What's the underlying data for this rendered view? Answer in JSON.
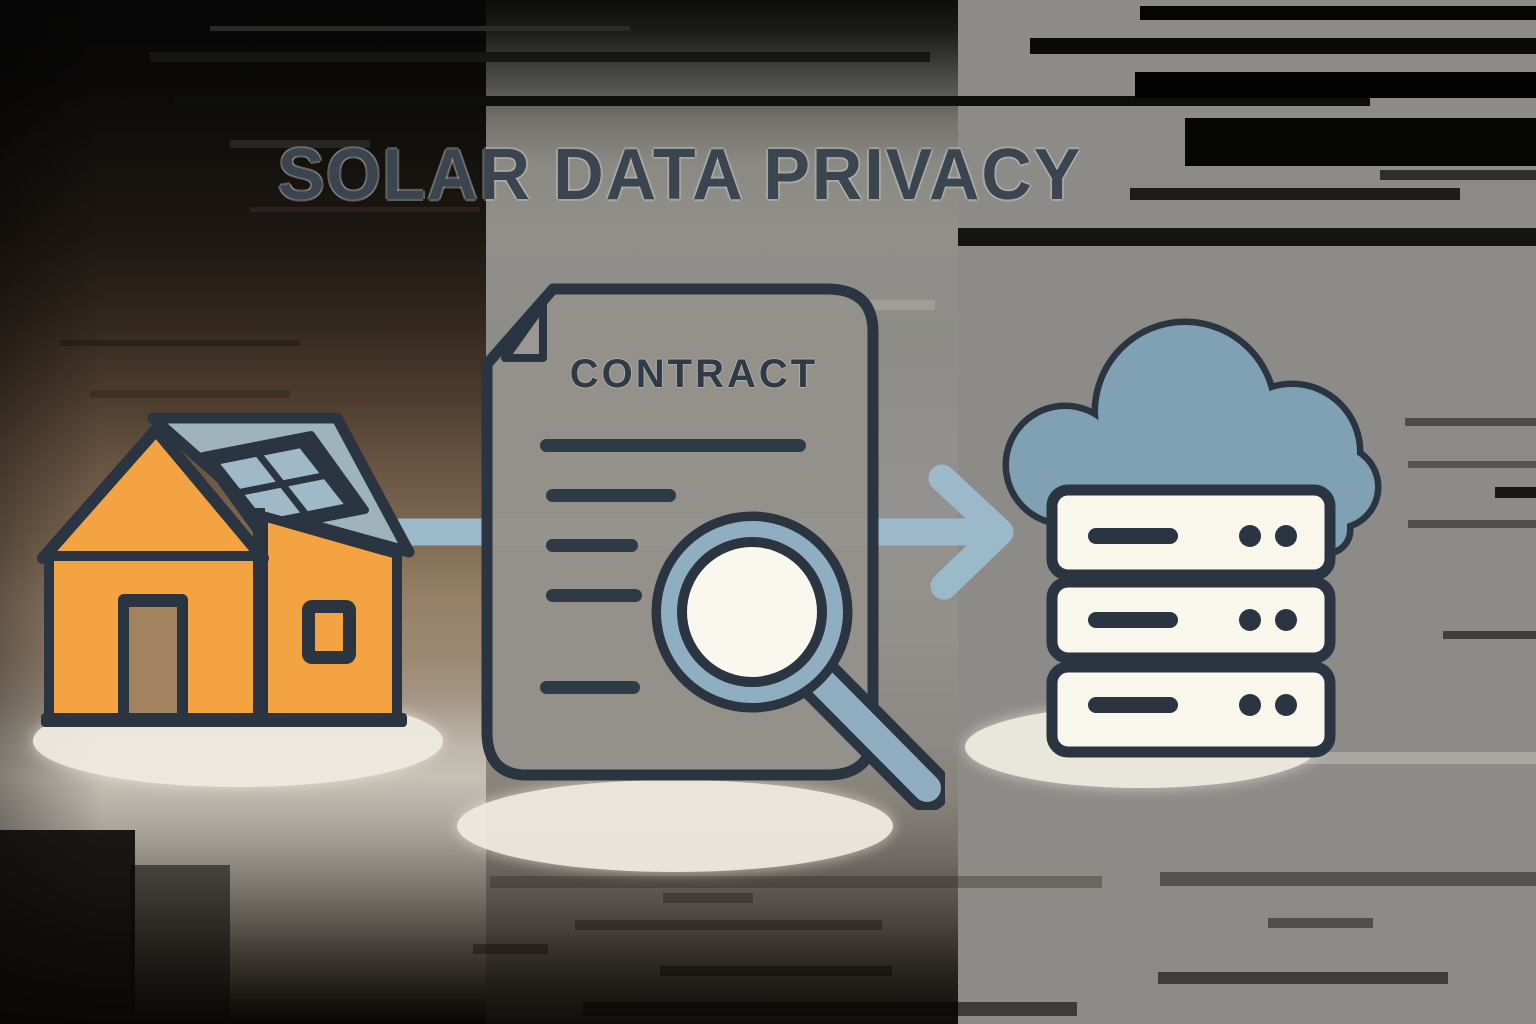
{
  "title": "SOLAR DATA PRIVACY",
  "contract": {
    "label": "CONTRACT"
  },
  "palette": {
    "outline": "#2A3541",
    "house-orange": "#F4A342",
    "roof-slate": "#9FB3BD",
    "panel-blue": "#9FB9C8",
    "door-tan": "#A3825F",
    "ink": "#2E3A45",
    "magnifier-blue": "#8FAEC1",
    "lens-cream": "#FAF7EF",
    "cloud-blue": "#7FA1B3",
    "server-cream": "#F9F6EC",
    "arrow-blue": "#9CB9CA",
    "shadow-cream": "#EFEBE0",
    "title-ink": "#3A454F"
  },
  "icons": {
    "house": "house with rooftop solar panel",
    "arrow": "right arrow from house through contract to cloud",
    "contract": "contract document with folded corner and text lines",
    "magnifier": "magnifying glass inspecting the contract",
    "cloud-server": "cloud over three-tier server rack"
  }
}
